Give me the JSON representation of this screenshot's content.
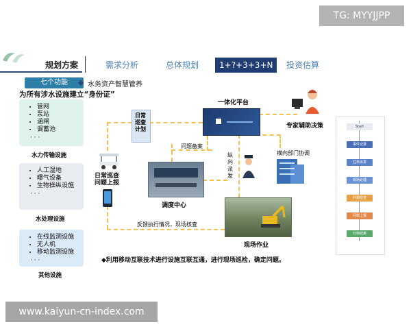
{
  "watermarks": {
    "top": "TG: MYYJJPP",
    "bottom": "www.kaiyun-cn-index.com"
  },
  "header": {
    "tabs": [
      {
        "label": "规划方案"
      },
      {
        "label": "需求分析"
      },
      {
        "label": "总体规划"
      },
      {
        "label": "1+?+3+3+N"
      },
      {
        "label": "投资估算"
      }
    ]
  },
  "section": {
    "pill": "七个功能",
    "subtitle": "水务资产智慧管养",
    "headline": "为所有涉水设施建立“身份证”"
  },
  "panels": [
    {
      "items": [
        "管网",
        "泵站",
        "涵闸",
        "调蓄池"
      ],
      "dots": "· · ·",
      "caption": "水力传输设施"
    },
    {
      "items": [
        "人工湿地",
        "曝气设备",
        "生物操纵设施"
      ],
      "dots": "· · ·",
      "caption": "水处理设施"
    },
    {
      "items": [
        "在线监测设施",
        "无人机",
        "移动监测设施"
      ],
      "dots": "· · ·",
      "caption": "其他设施"
    }
  ],
  "flow": {
    "platform": "一体化平台",
    "expert": "专家辅助决策",
    "daily_plan": "日常巡查计划",
    "report": "日常巡查问题上报",
    "problem_record": "问题备案",
    "coordination": "横向部门协调",
    "dispatch": "纵向派发",
    "dispatch_center": "调度中心",
    "feedback": "反馈执行情况，现场核查",
    "field": "现场作业",
    "footer": "◆利用移动互联技术进行设施互联互通，进行现场巡检，确定问题。"
  },
  "side_chart": {
    "items": [
      {
        "label": "Start",
        "color": "#e8ecf2"
      },
      {
        "label": "事件记录",
        "color": "#4a6fb5"
      },
      {
        "label": "任务派发",
        "color": "#5a82c8"
      },
      {
        "label": "现场处理",
        "color": "#6a92d4"
      },
      {
        "label": "问题检查",
        "color": "#e6a045"
      },
      {
        "label": "问题上报",
        "color": "#e0894a"
      },
      {
        "label": "归档结束",
        "color": "#5aa86a"
      }
    ]
  },
  "colors": {
    "navy": "#1f3d73",
    "teal": "#2e7fa8",
    "dashed": "#f2c14e",
    "panel_green": "#dff3ea",
    "panel_gray": "#e8ecf0",
    "panel_blue": "#dbeaf7"
  }
}
